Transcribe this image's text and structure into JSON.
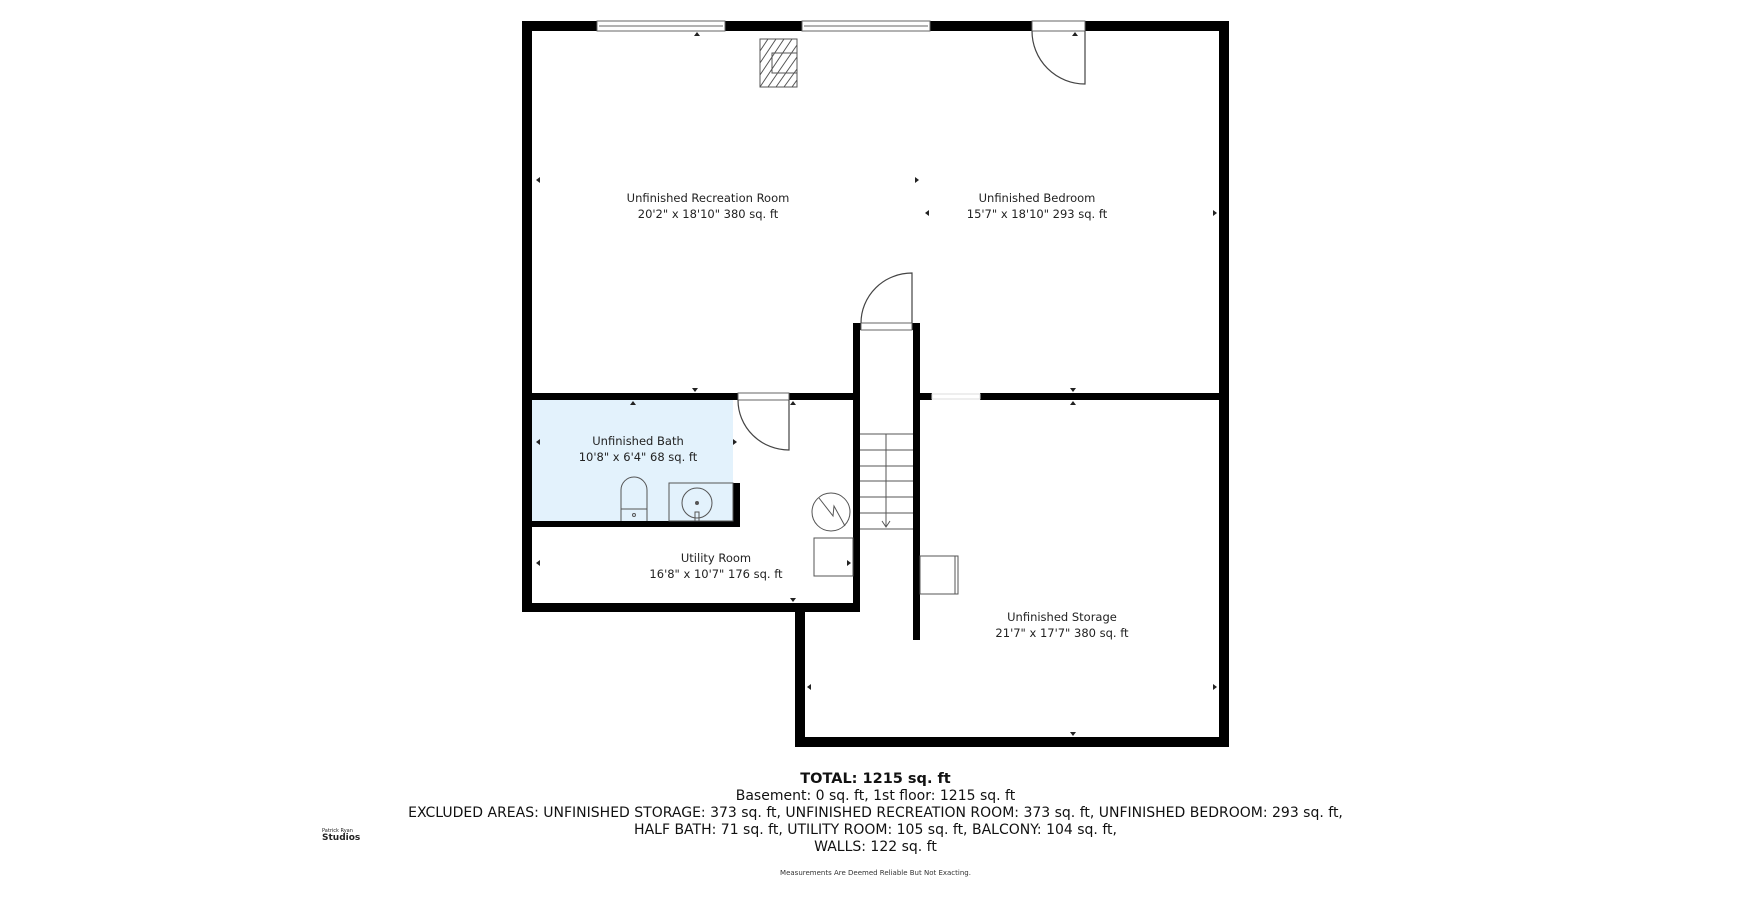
{
  "rooms": [
    {
      "name": "Unfinished Recreation Room",
      "dimensions": "20'2\" x 18'10\" 380 sq. ft"
    },
    {
      "name": "Unfinished Bedroom",
      "dimensions": "15'7\" x 18'10\" 293 sq. ft"
    },
    {
      "name": "Unfinished Bath",
      "dimensions": "10'8\" x 6'4\" 68 sq. ft"
    },
    {
      "name": "Utility Room",
      "dimensions": "16'8\" x 10'7\" 176 sq. ft"
    },
    {
      "name": "Unfinished Storage",
      "dimensions": "21'7\" x 17'7\" 380 sq. ft"
    }
  ],
  "colors": {
    "wall": "#000000",
    "bath_fill": "#e3f2fc",
    "fixture": "#555555"
  },
  "summary": {
    "total": "TOTAL: 1215 sq. ft",
    "floors": "Basement: 0 sq. ft, 1st floor: 1215 sq. ft",
    "excluded": "EXCLUDED AREAS: UNFINISHED STORAGE: 373 sq. ft, UNFINISHED RECREATION ROOM: 373 sq. ft, UNFINISHED BEDROOM: 293 sq. ft,",
    "excluded_2": "HALF BATH: 71 sq. ft, UTILITY ROOM: 105 sq. ft, BALCONY: 104 sq. ft,",
    "walls": "WALLS: 122 sq. ft",
    "disclaimer": "Measurements Are Deemed Reliable But Not Exacting."
  },
  "logo": {
    "line1": "Patrick Ryan",
    "line2": "Studios"
  }
}
